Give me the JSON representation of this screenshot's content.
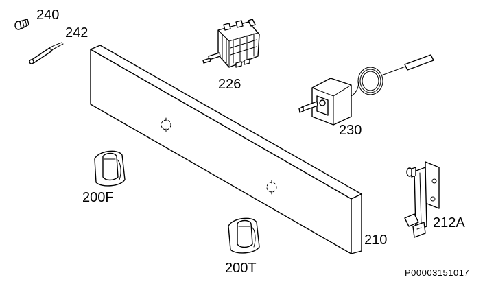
{
  "labels": {
    "p240": "240",
    "p242": "242",
    "p226": "226",
    "p230": "230",
    "p200F": "200F",
    "p210": "210",
    "p212A": "212A",
    "p200T": "200T"
  },
  "figure_code": "P00003151017"
}
